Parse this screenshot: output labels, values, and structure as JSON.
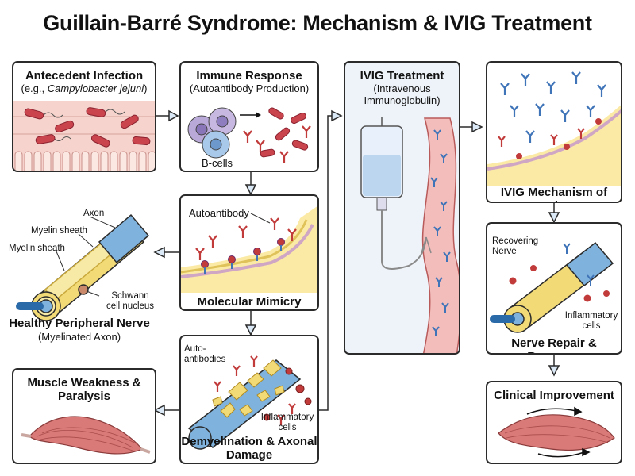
{
  "title": "Guillain-Barré Syndrome: Mechanism & IVIG Treatment",
  "colors": {
    "stroke": "#2b2b2b",
    "arrow_fill": "#dbe9f6",
    "bacteria": "#c9444c",
    "antibody_blue": "#3f74b8",
    "antibody_red": "#c23b3b",
    "myelin": "#f2da77",
    "axon": "#7fb2dc",
    "muscle": "#d97a78",
    "ivig_panel": "#eef3f9"
  },
  "panels": {
    "infection": {
      "title": "Antecedent Infection",
      "sub_prefix": "(e.g., ",
      "sub_italic": "Campylobacter jejuni",
      "sub_suffix": ")"
    },
    "immune": {
      "title": "Immune Response",
      "sub": "(Autoantibody Production)",
      "bcells": "B-cells"
    },
    "mimicry": {
      "label": "Autoantibody",
      "title": "Molecular Mimicry"
    },
    "healthy": {
      "axon": "Axon",
      "myelin1": "Myelin sheath",
      "myelin2": "Myelin sheath",
      "schwann": "Schwann cell nucleus",
      "title": "Healthy Peripheral Nerve",
      "sub": "(Myelinated Axon)"
    },
    "demyel": {
      "auto": "Auto-antibodies",
      "inflam": "Inflammatory cells",
      "title": "Demyelination & Axonal Damage"
    },
    "muscle": {
      "title": "Muscle Weakness & Paralysis"
    },
    "ivig": {
      "title": "IVIG Treatment",
      "sub": "(Intravenous Immunoglobulin)"
    },
    "mechanism": {
      "title": "IVIG Mechanism of Action"
    },
    "repair": {
      "recovering": "Recovering Nerve",
      "inflam": "Inflammatory cells",
      "title": "Nerve Repair & Recovery"
    },
    "clinical": {
      "title": "Clinical Improvement"
    }
  }
}
